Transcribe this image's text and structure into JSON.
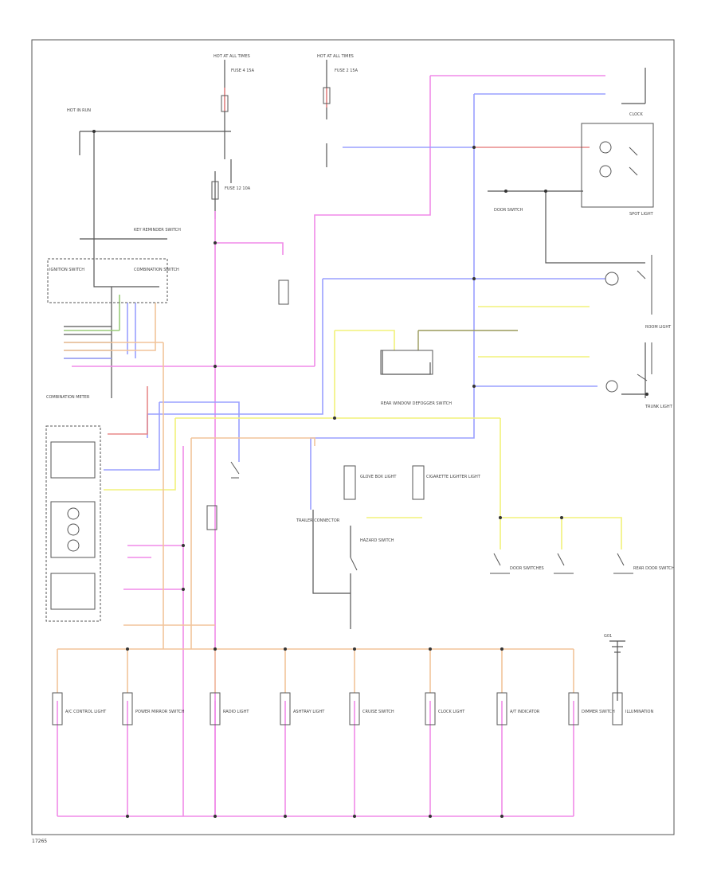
{
  "diagram": {
    "footer_code": "17265",
    "colors": {
      "pink": "#f08ae8",
      "blue": "#9aa0ff",
      "red": "#e88a8a",
      "yellow": "#f2f27a",
      "orange": "#f2c49a",
      "green": "#9acc7a",
      "olive": "#9a9a5a",
      "black": "#333333",
      "gray": "#888888"
    },
    "blocks": {
      "hot_at_all_times_left": "HOT AT ALL TIMES",
      "hot_at_all_times_right": "HOT AT ALL TIMES",
      "hot_in_run": "HOT IN RUN",
      "fuse_left": "FUSE 4 15A",
      "fuse_right": "FUSE 2 15A",
      "fuse_mid": "FUSE 12 10A",
      "ignition_switch": "IGNITION SWITCH",
      "combination_switch": "COMBINATION SWITCH",
      "clock": "CLOCK",
      "spot_light": "SPOT LIGHT",
      "room_light": "ROOM LIGHT",
      "trunk_light": "TRUNK LIGHT",
      "door_switch": "DOOR SWITCH",
      "key_reminder": "KEY REMINDER SWITCH",
      "rear_window_defogger": "REAR WINDOW DEFOGGER SWITCH",
      "combination_meter": "COMBINATION METER",
      "hazard_switch": "HAZARD SWITCH",
      "trailer_connector": "TRAILER CONNECTOR",
      "glove_box_light": "GLOVE BOX LIGHT",
      "cigarette_lighter": "CIGARETTE LIGHTER LIGHT",
      "front_door_switches": "DOOR SWITCHES",
      "rear_door_switch": "REAR DOOR SWITCH",
      "ground": "G01"
    },
    "bottom_components": [
      {
        "label": "A/C CONTROL LIGHT"
      },
      {
        "label": "POWER MIRROR SWITCH"
      },
      {
        "label": "RADIO LIGHT"
      },
      {
        "label": "ASHTRAY LIGHT"
      },
      {
        "label": "CRUISE SWITCH"
      },
      {
        "label": "CLOCK LIGHT"
      },
      {
        "label": "A/T INDICATOR"
      },
      {
        "label": "DIMMER SWITCH"
      },
      {
        "label": "ILLUMINATION"
      }
    ]
  }
}
